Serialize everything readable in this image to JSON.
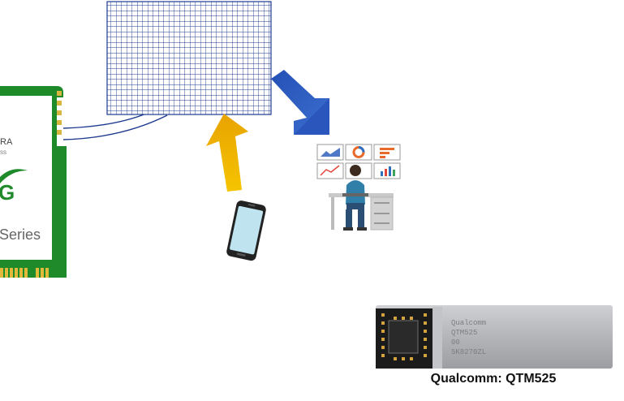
{
  "module_card": {
    "text_top": "RA",
    "text_small": "SS",
    "text_badge": "G",
    "text_series": "Series"
  },
  "antenna_chip": {
    "caption": "Qualcomm: QTM525",
    "engraving": [
      "Qualcomm",
      "QTM525",
      "00",
      "5K8270ZL"
    ]
  },
  "colors": {
    "pcb_green": "#1f8a2a",
    "grid_blue": "#1d3a8f",
    "blue_arrow": "#2a56b8",
    "yellow_arrow": "#f2b400",
    "phone_screen": "#bfe3ef",
    "desk_gray": "#d2d2d2",
    "chip_silver": "#b8b9bd"
  },
  "icons": {
    "desk_user": "person-at-desk-icon",
    "phone": "smartphone-icon",
    "grid": "antenna-array-grid-icon"
  }
}
